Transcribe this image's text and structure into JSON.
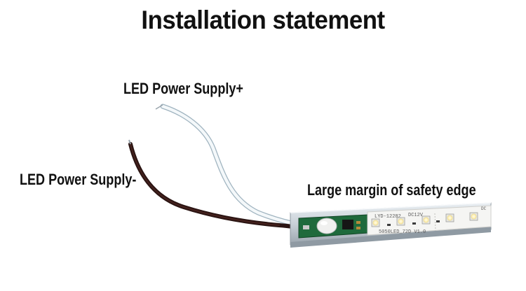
{
  "title": "Installation statement",
  "labels": {
    "power_plus": "LED Power Supply+",
    "power_minus": "LED Power Supply-",
    "safety_edge": "Large margin of safety edge"
  },
  "pcb_print": {
    "model": "LYD-12282",
    "voltage": "DC12V",
    "spec": "5050LED_72D V1.0",
    "edge_mark": "DC"
  }
}
